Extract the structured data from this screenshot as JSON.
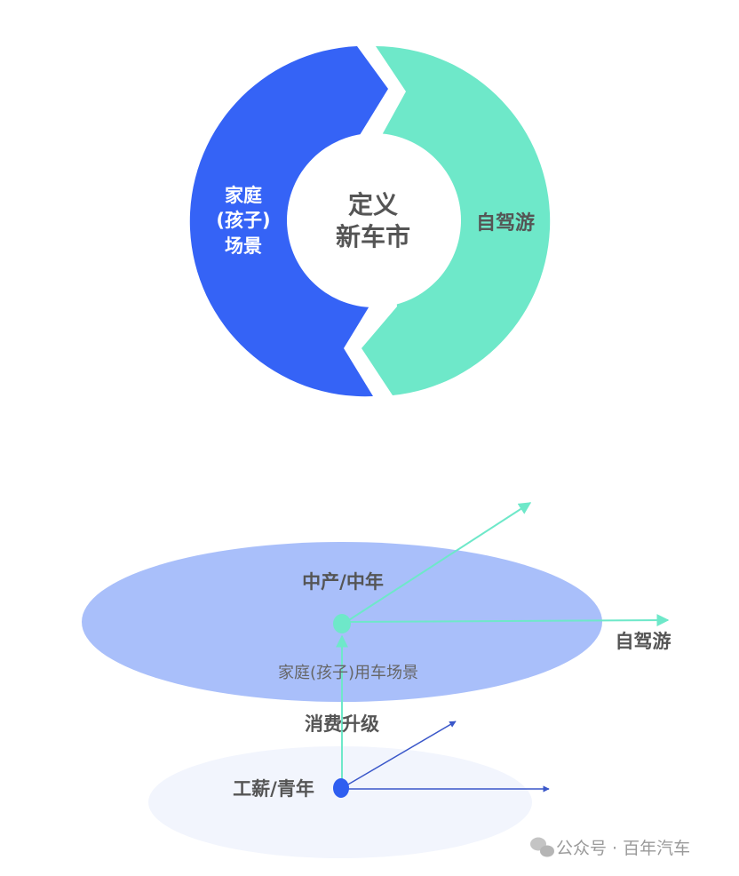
{
  "ring": {
    "center_line1": "定义",
    "center_line2": "新车市",
    "left_line1": "家庭",
    "left_line2": "(孩子)",
    "left_line3": "场景",
    "right_label": "自驾游"
  },
  "growth": {
    "upper_group": "中产/中年",
    "upper_scene": "家庭(孩子)用车场景",
    "right_label": "自驾游",
    "transition": "消费升级",
    "lower_group": "工薪/青年"
  },
  "watermark": {
    "text": "公众号 · 百年汽车"
  },
  "colors": {
    "blue": "#3563f6",
    "teal": "#6ee8c9",
    "ellipse_upper": "#a9bffa",
    "ellipse_lower": "#f2f5fd",
    "text_dark": "#555555"
  }
}
